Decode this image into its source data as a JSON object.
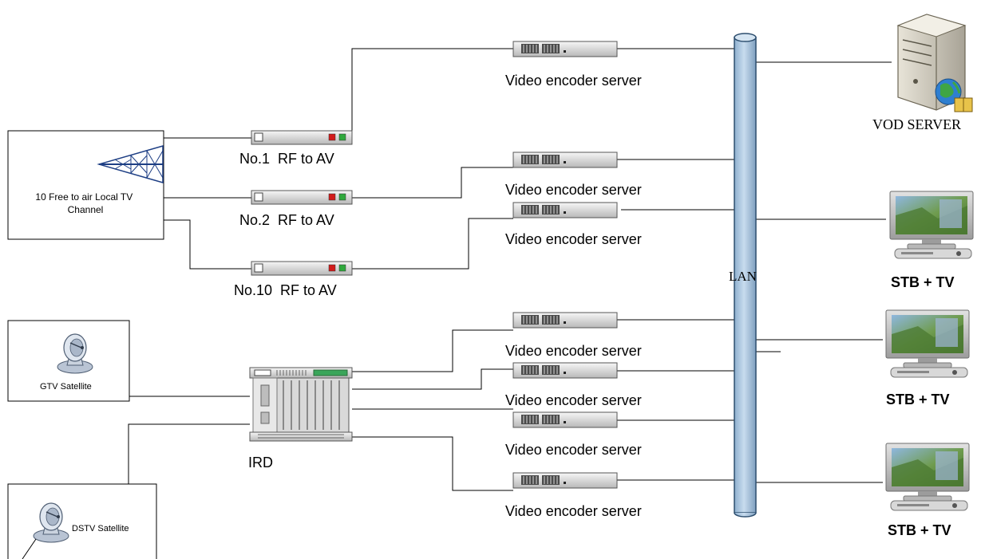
{
  "sources": {
    "local_tv": "10 Free to air Local TV Channel",
    "gtv": "GTV Satellite",
    "dstv": "DSTV Satellite"
  },
  "rf_units": [
    "No.1  RF to AV",
    "No.2  RF to AV",
    "No.10  RF to AV"
  ],
  "ird": "IRD",
  "encoders": [
    "Video encoder server",
    "Video encoder server",
    "Video encoder server",
    "Video encoder server",
    "Video encoder server",
    "Video encoder server",
    "Video encoder server"
  ],
  "lan": "LAN",
  "vod_server": "VOD SERVER",
  "clients": [
    "STB + TV",
    "STB + TV",
    "STB + TV"
  ],
  "colors": {
    "lan_fill": "#b4cde3",
    "lan_stroke": "#2d4e6e",
    "led_red": "#d11b1b",
    "led_green": "#2fa83c"
  },
  "icons": [
    "antenna-tower-icon",
    "satellite-dish-icon",
    "server-tower-icon",
    "globe-icon",
    "monitor-icon",
    "set-top-box-icon",
    "rack-unit-icon"
  ]
}
